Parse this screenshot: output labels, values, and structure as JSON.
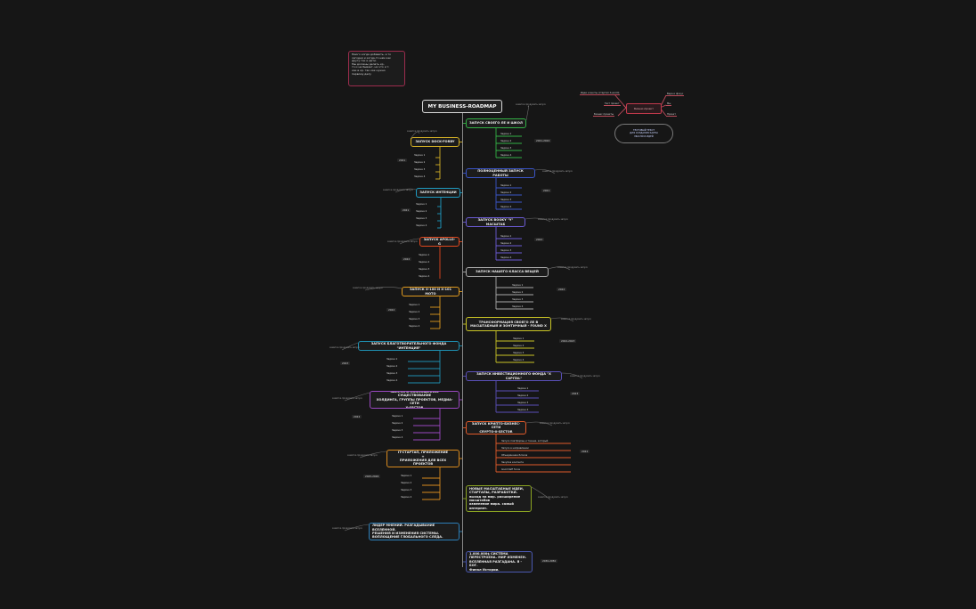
{
  "title": "MY BUSINESS-ROADMAP",
  "memo": "Много когда добавить, а то\nсегодня и когда-то нам как\nдругу так и дети.\nМы должны делать кр,\nто и не бывает, ни что и т.\nкак в кр. так как нужно\nпервому делу",
  "branches": [
    {
      "side": "right",
      "label": "ЗАПУСК СВОЕГО ЛЕ И ШКОЛ",
      "color": "#33b045",
      "year": "2021-2022",
      "note": "заметка продумать запуск",
      "items": [
        "Задача 1",
        "Задача 2",
        "Задача 3",
        "Задача 4"
      ]
    },
    {
      "side": "left",
      "label": "ЗАПУСК DOCK-FORBY",
      "color": "#d4b026",
      "year": "2021",
      "note": "заметка продумать запуск",
      "items": [
        "Задача 1",
        "Задача 2",
        "Задача 3",
        "Задача 4"
      ]
    },
    {
      "side": "right",
      "label": "ПОЛНОЦЕННЫЙ ЗАПУСК РАБОТЫ",
      "color": "#3a55c8",
      "year": "2021",
      "note": "заметка продумать запуск",
      "items": [
        "Задача 1",
        "Задача 2",
        "Задача 3",
        "Задача 4"
      ]
    },
    {
      "side": "left",
      "label": "ЗАПУСК ИНТЕНЦИИ",
      "color": "#1e9bc2",
      "year": "2021",
      "note": "заметка продумать запуск",
      "items": [
        "Задача 1",
        "Задача 2",
        "Задача 3",
        "Задача 4"
      ]
    },
    {
      "side": "right",
      "label": "ЗАПУСК BOOKY \"Y\" МАСШТАБ",
      "color": "#6b5bd4",
      "year": "2022",
      "note": "заметка продумать запуск",
      "items": [
        "Задача 1",
        "Задача 2",
        "Задача 3",
        "Задача 4"
      ]
    },
    {
      "side": "left",
      "label": "ЗАПУСК APOLLO-G",
      "color": "#e0481e",
      "year": "2022",
      "note": "заметка продумать запуск",
      "items": [
        "Задача 1",
        "Задача 2",
        "Задача 3",
        "Задача 4"
      ]
    },
    {
      "side": "right",
      "label": "ЗАПУСК НАШЕГО КЛАССА ВЕЩЕЙ",
      "color": "#a8a8a8",
      "year": "2022",
      "note": "заметка продумать запуск",
      "items": [
        "Задача 1",
        "Задача 2",
        "Задача 3",
        "Задача 4"
      ]
    },
    {
      "side": "left",
      "label": "ЗАПУСК Х-100 И Х-101 МОТО",
      "color": "#e09a1e",
      "year": "2022",
      "note": "заметка продумать запуск",
      "items": [
        "Задача 1",
        "Задача 2",
        "Задача 3",
        "Задача 4"
      ]
    },
    {
      "side": "right",
      "label": "ТРАНСФОРМАЦИЯ СВОЕГО ЛЕ В\nМАСШТАБНЫЙ И ЗОНТИЧНЫЙ - FOUND X",
      "color": "#c9c425",
      "year": "2022-2023",
      "note": "заметка продумать запуск",
      "items": [
        "Задача 1",
        "Задача 2",
        "Задача 3",
        "Задача 4"
      ]
    },
    {
      "side": "left",
      "label": "ЗАПУСК БЛАГОТВОРИТЕЛЬНОГО ФОНДА \"ИНТЕНЦИЯ\"",
      "color": "#1e8fb0",
      "year": "2023",
      "note": "заметка продумать запуск",
      "items": [
        "Задача 1",
        "Задача 2",
        "Задача 3",
        "Задача 4"
      ]
    },
    {
      "side": "right",
      "label": "ЗАПУСК ИНВЕСТИЦИОННОГО ФОНДА \"X CAPITAL\"",
      "color": "#5a4fb8",
      "year": "2023",
      "note": "заметка продумать запуск",
      "items": [
        "Задача 1",
        "Задача 2",
        "Задача 3",
        "Задача 4"
      ]
    },
    {
      "side": "left",
      "label": "ЗАПУСК В ПОЛНОЦЕННОЕ СУЩЕСТВОВАНИЕ\nХОЛДИНГА, ГРУППЫ ПРОЕКТОВ, МЕДИА-СЕТИ\nX-SECTOR",
      "color": "#9a48c0",
      "year": "2024",
      "note": "заметка продумать запуск",
      "items": [
        "Задача 1",
        "Задача 2",
        "Задача 3",
        "Задача 4"
      ]
    },
    {
      "side": "right",
      "label": "ЗАПУСК КРИПТО-БИЗНЕС-СЕТИ\nCRYPTO-X-SECTOR",
      "color": "#e05a2a",
      "year": "2024",
      "note": "заметка продумать запуск",
      "items": [
        "Запуск платформы и токена, который",
        "Запуск в направлении",
        "Объединение блоков",
        "Закупка контента",
        "Good DeFi focus"
      ]
    },
    {
      "side": "left",
      "label": "IT-СТАРТАП, ПРИЛОЖЕНИЕ\n+\nПРИЛОЖЕНИЯ ДЛЯ ВСЕХ ПРОЕКТОВ",
      "color": "#d88a1e",
      "year": "2025-2026",
      "note": "заметка продумать запуск",
      "items": [
        "Задача 1",
        "Задача 2",
        "Задача 3",
        "Задача 4"
      ]
    },
    {
      "side": "right",
      "label": "НОВЫЕ МАСШТАБНЫЕ ИДЕИ,\nСТАРТАПЫ, РАЗРАБОТКИ.\nвыход на мир. расширение\nмасштабов\nизменение мира. самый интернет.",
      "color": "#8aa321",
      "year": "",
      "note": "заметка продумать запуск",
      "items": []
    },
    {
      "side": "left",
      "label": "ЛИДЕР МНЕНИЙ. РАЗГАДЫВАНИЕ ВСЕЛЕННОЙ.\nРЕШЕНИЯ И ИЗМЕНЕНИЯ СИСТЕМЫ.\nВОПЛОЩЕНИЕ ГЛОБАЛЬНОГО СЛЕДА.",
      "color": "#2d7fb8",
      "year": "",
      "note": "заметка продумать запуск",
      "items": []
    },
    {
      "side": "right",
      "label": "1.000.000$ СИСТЕМА\nПЕРЕСТРОЕНА. МИР ИЗМЕНЕН.\nВСЕЛЕННАЯ РАЗГАДАНА. Я - БОГ.\nФинал Истории.",
      "color": "#4a58b0",
      "year": "2030-2050",
      "note": "",
      "items": []
    }
  ],
  "minimap": {
    "center": "Бизнес-проект",
    "leaves": [
      "Идеи и мечты (стартап X-world)",
      "Тест проект",
      "Бизнес проекты",
      "Вера и фокус",
      "Мы",
      "Проект"
    ],
    "oval": "ТЕСТОВЫЙ ТЕКСТ\nДЛЯ СОЗДАНИЯ КАРТЫ\nМЫСЛИ И ИДЕЙ"
  },
  "colors": {
    "background": "#161616",
    "spine": "#8a8a8a",
    "accent": "#c0394b"
  }
}
